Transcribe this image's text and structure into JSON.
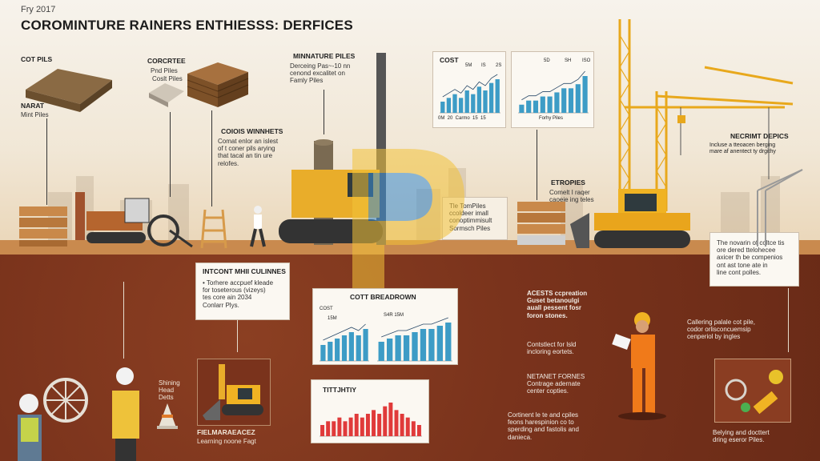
{
  "header": {
    "date": "Fry 2017",
    "title": "COROMINTURE RAINERS ENTHIESSS: DERFICES"
  },
  "top_labels": {
    "cot_pils": "COT PILS",
    "narat": "NARAT",
    "mini_piles": "Mint Piles",
    "concrete_title": "CORCRTEE",
    "concrete_sub1": "Pnd Piles",
    "concrete_sub2": "Coslt Piles",
    "miniature_title": "MINNATURE PILES",
    "miniature_body": "Derceing Pas~-10 nn\ncenond excalitet on\nFamly Piles",
    "cost_label": "COST",
    "chart1_tick_a": "5M",
    "chart1_tick_b": "IS",
    "chart1_tick_c": "2S",
    "chart1_footer": "0M  20  Carmo  15  15",
    "chart2_tick_a": "5D",
    "chart2_tick_b": "SH",
    "chart2_tick_c": "ISO",
    "chart2_footer": "Forhy Piles"
  },
  "middle_labels": {
    "colors_title": "COIOIS WINNHETS",
    "colors_body": "Comat enlor an islest\nof t coner pils arying\nthat tacal an tin ure\nrelofes.",
    "etropies_title": "ETROPIES",
    "etropies_body": "Comelt I raqer\ncaoeie ing teles",
    "tom_piles": "Tle TomPiles\nccoldeer imall\nconoptimmisult\nSormsch Piles",
    "necrimt_title": "NECRIMT DEPICS",
    "necrimt_body": "Incluse a tteoacen berging\nmare af anentect ty drgithy",
    "novel_body": "The novarin of coltce tis\nore dered ttelohecee\naxicer th be compenios\nont ast tone ate in\nline cont polles."
  },
  "underground": {
    "intcont_title": "INTCONT MHII CULINNES",
    "intcont_body": "• Torhere accpuef kleade\nfor toseterous (vizeys)\ntes core ain 2034\nConlarr Plys.",
    "cost_breakdown_title": "COTT BREADROWN",
    "cb_chart_a_label": "COST",
    "cb_chart_a_tick": "15M",
    "cb_chart_b_tick": "S4R 15M",
    "red_chart_title": "TITTJHTIY",
    "field_title": "FIELMARAEACEZ",
    "field_body": "Learning noone Fagt",
    "shining_text": "Shining\nHead\nDetts",
    "acests_text": "ACESTS ccpreation\nGuset betanoulgi\nauall pessent fosr\nforon stones.",
    "contested_text": "Contstlect for lsld\nincloring eortets.",
    "natanet_text": "NETANET FORNES\nContrage adernate\ncenter copties.",
    "cortinent_text": "Cortinent le te and cpiles\nfeons harespinion co to\nsperding and fastolis and\ndanieca.",
    "callering_text": "Callering palale cot pile,\ncodor orlisconcuemsip\ncenperiol by ingles",
    "belying_text": "Belying and docttert\ndring eseror Piles."
  },
  "chart_data": [
    {
      "type": "bar",
      "title": "COST",
      "values": [
        3,
        4,
        5,
        4,
        6,
        5,
        7,
        6,
        8,
        9
      ]
    },
    {
      "type": "bar",
      "title": "",
      "values": [
        2,
        3,
        3,
        4,
        4,
        5,
        6,
        6,
        7,
        9
      ]
    },
    {
      "type": "bar",
      "title": "COST",
      "values": [
        5,
        6,
        7,
        8,
        9,
        8,
        10
      ]
    },
    {
      "type": "bar",
      "title": "",
      "values": [
        6,
        7,
        8,
        8,
        9,
        10,
        10,
        11,
        12
      ]
    },
    {
      "type": "bar",
      "title": "TITTJHTIY",
      "values": [
        3,
        4,
        4,
        5,
        4,
        5,
        6,
        5,
        6,
        7,
        6,
        8,
        9,
        7,
        6,
        5,
        4,
        3
      ]
    }
  ],
  "colors": {
    "sky": "#f4efe6",
    "soil": "#7a331c",
    "crane": "#f0b323",
    "bar_blue": "#3d9cc6",
    "bar_red": "#e03a3a",
    "worker_orange": "#f07a1a"
  }
}
